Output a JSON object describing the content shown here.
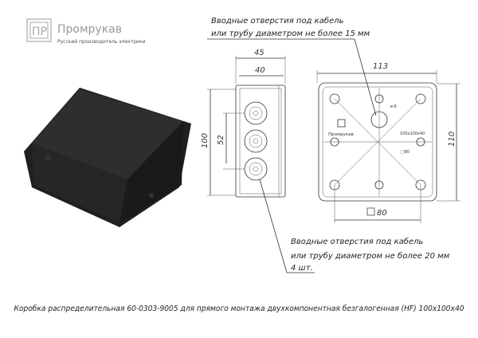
{
  "brand": {
    "name": "Промрукав",
    "tagline": "Русский производитель электрики",
    "logo_letters": "ПР"
  },
  "annotations": {
    "top_line1": "Вводные отверстия под кабель",
    "top_line2": "или трубу диаметром не более 15 мм",
    "bottom_line1": "Вводные отверстия под кабель",
    "bottom_line2": "или трубу диаметром не более 20 мм",
    "bottom_line3": "4 шт."
  },
  "side_view": {
    "dim_width_outer": "45",
    "dim_width_inner": "40",
    "dim_height": "100",
    "dim_spacing": "52"
  },
  "top_view": {
    "dim_width": "113",
    "dim_height": "110",
    "dim_mount": "80",
    "hole_label": "ø 6",
    "brand_mark": "Промрукав",
    "size_mark": "100x100x40",
    "mount_mark": "□80"
  },
  "caption": "Коробка распределительная 60-0303-9005 для прямого монтажа двухкомпонентная безгалогенная (HF) 100x100x40",
  "colors": {
    "product": "#2a2a2a",
    "line": "#333333",
    "logo": "#9a9a9a"
  }
}
